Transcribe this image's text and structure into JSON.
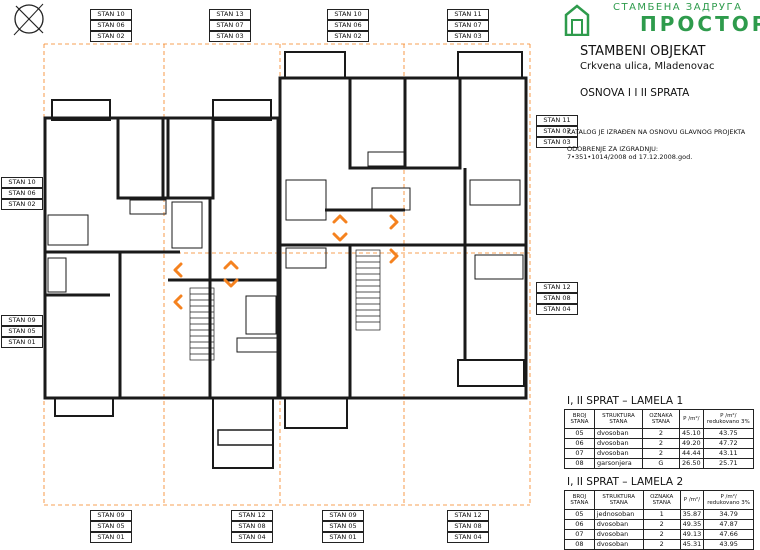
{
  "company": {
    "line1": "СТАМБЕНА ЗАДРУГА",
    "line2": "ПРОСТОР"
  },
  "title": "STAMBENI OBJEKAT",
  "address": "Crkvena ulica, Mladenovac",
  "subtitle": "OSNOVA I I II SPRATA",
  "note1": "KATALOG JE IZRAĐEN NA OSNOVU GLAVNOG PROJEKTA",
  "note2": "ODOBRENJE ZA IZGRADNJU:",
  "note3": "7•351•1014/2008 od 17.12.2008.god.",
  "labels": {
    "top_a": [
      "STAN 10",
      "STAN 06",
      "STAN 02"
    ],
    "top_b": [
      "STAN 13",
      "STAN 07",
      "STAN 03"
    ],
    "top_c": [
      "STAN 10",
      "STAN 06",
      "STAN 02"
    ],
    "top_d": [
      "STAN 11",
      "STAN 07",
      "STAN 03"
    ],
    "left_a": [
      "STAN 10",
      "STAN 06",
      "STAN 02"
    ],
    "left_b": [
      "STAN 09",
      "STAN 05",
      "STAN 01"
    ],
    "right_a": [
      "STAN 11",
      "STAN 07",
      "STAN 03"
    ],
    "right_b": [
      "STAN 12",
      "STAN 08",
      "STAN 04"
    ],
    "bot_a": [
      "STAN 09",
      "STAN 05",
      "STAN 01"
    ],
    "bot_b": [
      "STAN 12",
      "STAN 08",
      "STAN 04"
    ],
    "bot_c": [
      "STAN 09",
      "STAN 05",
      "STAN 01"
    ],
    "bot_d": [
      "STAN 12",
      "STAN 08",
      "STAN 04"
    ]
  },
  "table_headers": [
    "BROJ STANA",
    "STRUKTURA STANA",
    "OZNAKA STANA",
    "P /m²/",
    "P /m²/ redukovano 3%"
  ],
  "lamela1": {
    "title": "I, II SPRAT – LAMELA 1",
    "rows": [
      [
        "05",
        "dvosoban",
        "2",
        "45.10",
        "43.75"
      ],
      [
        "06",
        "dvosoban",
        "2",
        "49.20",
        "47.72"
      ],
      [
        "07",
        "dvosoban",
        "2",
        "44.44",
        "43.11"
      ],
      [
        "08",
        "garsonjera",
        "G",
        "26.50",
        "25.71"
      ]
    ]
  },
  "lamela2": {
    "title": "I, II SPRAT – LAMELA 2",
    "rows": [
      [
        "05",
        "jednosoban",
        "1",
        "35.87",
        "34.79"
      ],
      [
        "06",
        "dvosoban",
        "2",
        "49.35",
        "47.87"
      ],
      [
        "07",
        "dvosoban",
        "2",
        "49.13",
        "47.66"
      ],
      [
        "08",
        "dvosoban",
        "2",
        "45.31",
        "43.95"
      ]
    ]
  },
  "colors": {
    "brand": "#2e9b4c",
    "arrow": "#f5821f",
    "dimension": "#f5821f",
    "wall": "#1a1a1a"
  }
}
